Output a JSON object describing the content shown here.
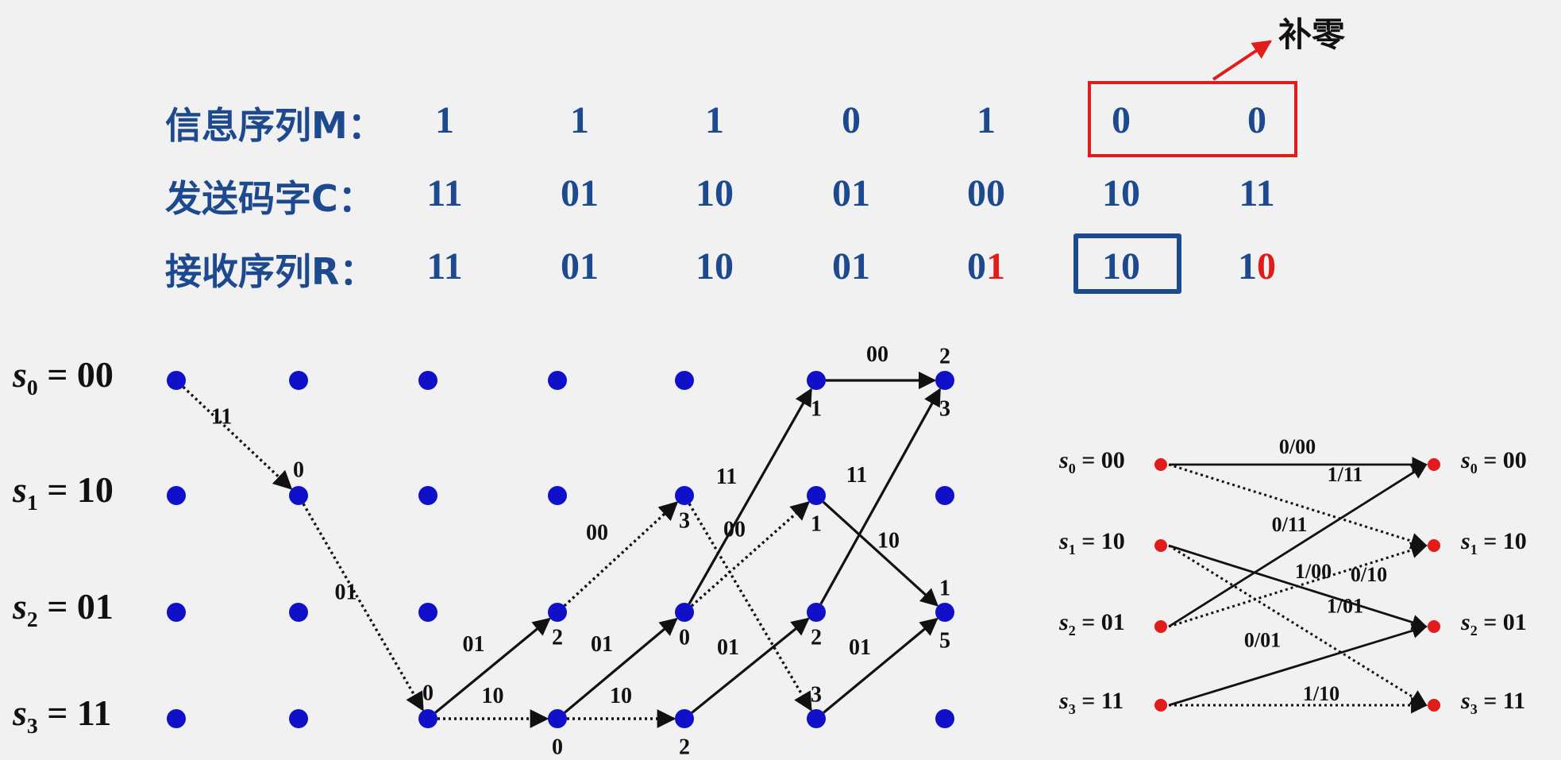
{
  "tables": {
    "message": {
      "label": "信息序列M：",
      "values": [
        "1",
        "1",
        "1",
        "0",
        "1",
        "0",
        "0"
      ]
    },
    "codeword": {
      "label": "发送码字C：",
      "values": [
        "11",
        "01",
        "10",
        "01",
        "00",
        "10",
        "11"
      ]
    },
    "received": {
      "label": "接收序列R：",
      "values": [
        {
          "normal": "11",
          "err": ""
        },
        {
          "normal": "01",
          "err": ""
        },
        {
          "normal": "10",
          "err": ""
        },
        {
          "normal": "01",
          "err": ""
        },
        {
          "normal": "0",
          "err": "1"
        },
        {
          "normal": "10",
          "err": ""
        },
        {
          "normal": "1",
          "err": "0"
        }
      ]
    },
    "padding_note": "补零"
  },
  "trellis": {
    "state_labels": [
      {
        "sym": "s",
        "sub": "0",
        "val": "= 00"
      },
      {
        "sym": "s",
        "sub": "1",
        "val": "= 10"
      },
      {
        "sym": "s",
        "sub": "2",
        "val": "= 01"
      },
      {
        "sym": "s",
        "sub": "3",
        "val": "= 11"
      }
    ],
    "branches": [
      {
        "from": [
          0,
          0
        ],
        "to": [
          1,
          1
        ],
        "label": "11",
        "style": "dotted"
      },
      {
        "from": [
          1,
          1
        ],
        "to": [
          2,
          3
        ],
        "label": "01",
        "style": "dotted"
      },
      {
        "from": [
          2,
          3
        ],
        "to": [
          3,
          2
        ],
        "label": "01",
        "style": "solid"
      },
      {
        "from": [
          2,
          3
        ],
        "to": [
          3,
          3
        ],
        "label": "10",
        "style": "dotted"
      },
      {
        "from": [
          3,
          2
        ],
        "to": [
          4,
          1
        ],
        "label": "00",
        "style": "dotted"
      },
      {
        "from": [
          3,
          3
        ],
        "to": [
          4,
          2
        ],
        "label": "01",
        "style": "solid"
      },
      {
        "from": [
          3,
          3
        ],
        "to": [
          4,
          3
        ],
        "label": "10",
        "style": "dotted"
      },
      {
        "from": [
          4,
          1
        ],
        "to": [
          5,
          3
        ],
        "label": "",
        "style": "dotted"
      },
      {
        "from": [
          4,
          2
        ],
        "to": [
          5,
          0
        ],
        "label": "11",
        "style": "solid"
      },
      {
        "from": [
          4,
          2
        ],
        "to": [
          5,
          1
        ],
        "label": "00",
        "style": "dotted"
      },
      {
        "from": [
          4,
          3
        ],
        "to": [
          5,
          2
        ],
        "label": "01",
        "style": "solid"
      },
      {
        "from": [
          5,
          0
        ],
        "to": [
          6,
          0
        ],
        "label": "00",
        "style": "solid"
      },
      {
        "from": [
          5,
          1
        ],
        "to": [
          6,
          2
        ],
        "label": "10",
        "style": "solid"
      },
      {
        "from": [
          5,
          2
        ],
        "to": [
          6,
          0
        ],
        "label": "11",
        "style": "solid"
      },
      {
        "from": [
          5,
          3
        ],
        "to": [
          6,
          2
        ],
        "label": "01",
        "style": "solid"
      }
    ],
    "metrics": [
      {
        "node": [
          1,
          1
        ],
        "value": "0"
      },
      {
        "node": [
          2,
          3
        ],
        "value": "0"
      },
      {
        "node": [
          3,
          2
        ],
        "value": "2"
      },
      {
        "node": [
          3,
          3
        ],
        "value": "0"
      },
      {
        "node": [
          4,
          1
        ],
        "value": "3"
      },
      {
        "node": [
          4,
          2
        ],
        "value": "0"
      },
      {
        "node": [
          4,
          3
        ],
        "value": "2"
      },
      {
        "node": [
          5,
          0
        ],
        "value": "1"
      },
      {
        "node": [
          5,
          1
        ],
        "value": "1"
      },
      {
        "node": [
          5,
          2
        ],
        "value": "2"
      },
      {
        "node": [
          5,
          3
        ],
        "value": "3"
      },
      {
        "node": [
          6,
          0
        ],
        "value": "2"
      },
      {
        "node": [
          6,
          0
        ],
        "value": "3"
      },
      {
        "node": [
          6,
          2
        ],
        "value": "1"
      },
      {
        "node": [
          6,
          2
        ],
        "value": "5"
      }
    ]
  },
  "state_diagram": {
    "left_labels": [
      {
        "sym": "s",
        "sub": "0",
        "val": "= 00"
      },
      {
        "sym": "s",
        "sub": "1",
        "val": "= 10"
      },
      {
        "sym": "s",
        "sub": "2",
        "val": "= 01"
      },
      {
        "sym": "s",
        "sub": "3",
        "val": "= 11"
      }
    ],
    "right_labels": [
      {
        "sym": "s",
        "sub": "0",
        "val": "= 00"
      },
      {
        "sym": "s",
        "sub": "1",
        "val": "= 10"
      },
      {
        "sym": "s",
        "sub": "2",
        "val": "= 01"
      },
      {
        "sym": "s",
        "sub": "3",
        "val": "= 11"
      }
    ],
    "transitions": [
      {
        "from": 0,
        "to": 0,
        "label": "0/00",
        "style": "solid"
      },
      {
        "from": 0,
        "to": 1,
        "label": "1/11",
        "style": "dotted"
      },
      {
        "from": 1,
        "to": 2,
        "label": "0/10",
        "style": "solid"
      },
      {
        "from": 1,
        "to": 3,
        "label": "1/01",
        "style": "dotted"
      },
      {
        "from": 2,
        "to": 0,
        "label": "0/11",
        "style": "solid"
      },
      {
        "from": 2,
        "to": 1,
        "label": "1/00",
        "style": "dotted"
      },
      {
        "from": 3,
        "to": 2,
        "label": "0/01",
        "style": "solid"
      },
      {
        "from": 3,
        "to": 3,
        "label": "1/10",
        "style": "dotted"
      }
    ]
  },
  "colors": {
    "text_blue": "#1d4a8f",
    "error_red": "#e21b1b",
    "node_blue": "#1010c8",
    "node_red": "#e21b1b"
  }
}
